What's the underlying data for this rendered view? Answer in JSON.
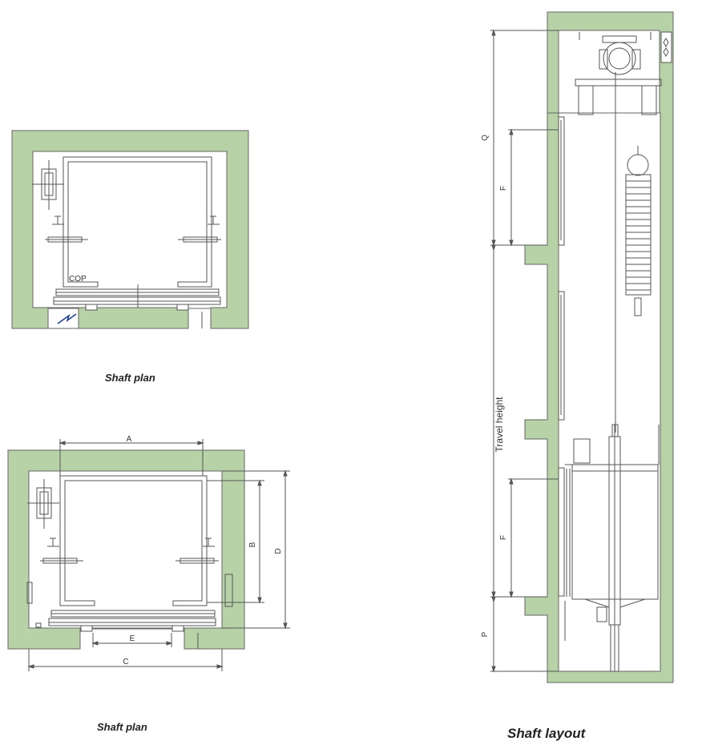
{
  "captions": {
    "shaft_plan_top": "Shaft plan",
    "shaft_plan_bottom": "Shaft plan",
    "shaft_layout": "Shaft layout"
  },
  "labels": {
    "cop": "COP",
    "dim_a": "A",
    "dim_b": "B",
    "dim_c": "C",
    "dim_d": "D",
    "dim_e": "E",
    "dim_f_upper": "F",
    "dim_f_lower": "F",
    "dim_q": "Q",
    "dim_p": "P",
    "travel_height": "Travel height"
  },
  "colors": {
    "wall_fill": "#b7d2a6",
    "line": "#555555",
    "background": "#ffffff"
  }
}
